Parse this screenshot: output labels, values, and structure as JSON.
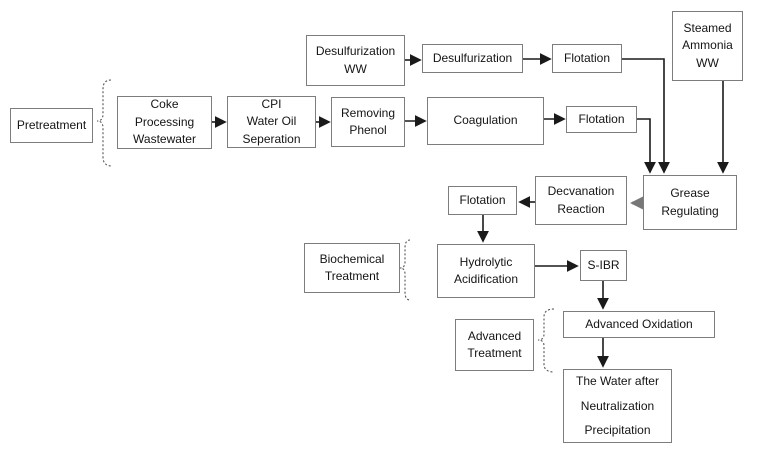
{
  "figure": {
    "type": "process-flow-diagram",
    "background_color": "#ffffff",
    "box_border_color": "#7d7d7d",
    "arrow_color": "#1a1a1a",
    "gray_arrow_color": "#777777",
    "brace_color": "#555555",
    "boxes": {
      "pretreatment": {
        "label": "Pretreatment"
      },
      "coke_processing": {
        "label": "Coke\nProcessing\nWastewater"
      },
      "cpi_separation": {
        "label": "CPI\nWater Oil\nSeperation"
      },
      "removing_phenol": {
        "label": "Removing\nPhenol"
      },
      "coagulation": {
        "label": "Coagulation"
      },
      "flotation_main": {
        "label": "Flotation"
      },
      "desulfurization_ww": {
        "label": "Desulfurization\nWW"
      },
      "desulfurization": {
        "label": "Desulfurization"
      },
      "flotation_desulf": {
        "label": "Flotation"
      },
      "steamed_ammonia_ww": {
        "label": "Steamed\nAmmonia\nWW"
      },
      "grease_regulating": {
        "label": "Grease\nRegulating"
      },
      "decvanation_reaction": {
        "label": "Decvanation\nReaction"
      },
      "flotation_decvanation": {
        "label": "Flotation"
      },
      "biochemical_treatment": {
        "label": "Biochemical\nTreatment"
      },
      "hydrolytic_acidification": {
        "label": "Hydrolytic\nAcidification"
      },
      "s_ibr": {
        "label": "S-IBR"
      },
      "advanced_treatment": {
        "label": "Advanced\nTreatment"
      },
      "advanced_oxidation": {
        "label": "Advanced Oxidation"
      },
      "neutralization_water": {
        "label": "The Water after\nNeutralization\nPrecipitation"
      }
    },
    "edges": [
      {
        "from": "coke_processing",
        "to": "cpi_separation"
      },
      {
        "from": "cpi_separation",
        "to": "removing_phenol"
      },
      {
        "from": "removing_phenol",
        "to": "coagulation"
      },
      {
        "from": "coagulation",
        "to": "flotation_main"
      },
      {
        "from": "desulfurization_ww",
        "to": "desulfurization"
      },
      {
        "from": "desulfurization",
        "to": "flotation_desulf"
      },
      {
        "from": "flotation_desulf",
        "to": "grease_regulating"
      },
      {
        "from": "flotation_main",
        "to": "grease_regulating"
      },
      {
        "from": "steamed_ammonia_ww",
        "to": "grease_regulating"
      },
      {
        "from": "grease_regulating",
        "to": "decvanation_reaction"
      },
      {
        "from": "decvanation_reaction",
        "to": "flotation_decvanation"
      },
      {
        "from": "flotation_decvanation",
        "to": "hydrolytic_acidification"
      },
      {
        "from": "hydrolytic_acidification",
        "to": "s_ibr"
      },
      {
        "from": "s_ibr",
        "to": "advanced_oxidation"
      },
      {
        "from": "advanced_oxidation",
        "to": "neutralization_water"
      }
    ],
    "braces": [
      {
        "stage_label_box": "pretreatment",
        "points_to": "coke_processing"
      },
      {
        "stage_label_box": "biochemical_treatment",
        "points_to": "hydrolytic_acidification"
      },
      {
        "stage_label_box": "advanced_treatment",
        "points_to": "advanced_oxidation"
      }
    ]
  }
}
